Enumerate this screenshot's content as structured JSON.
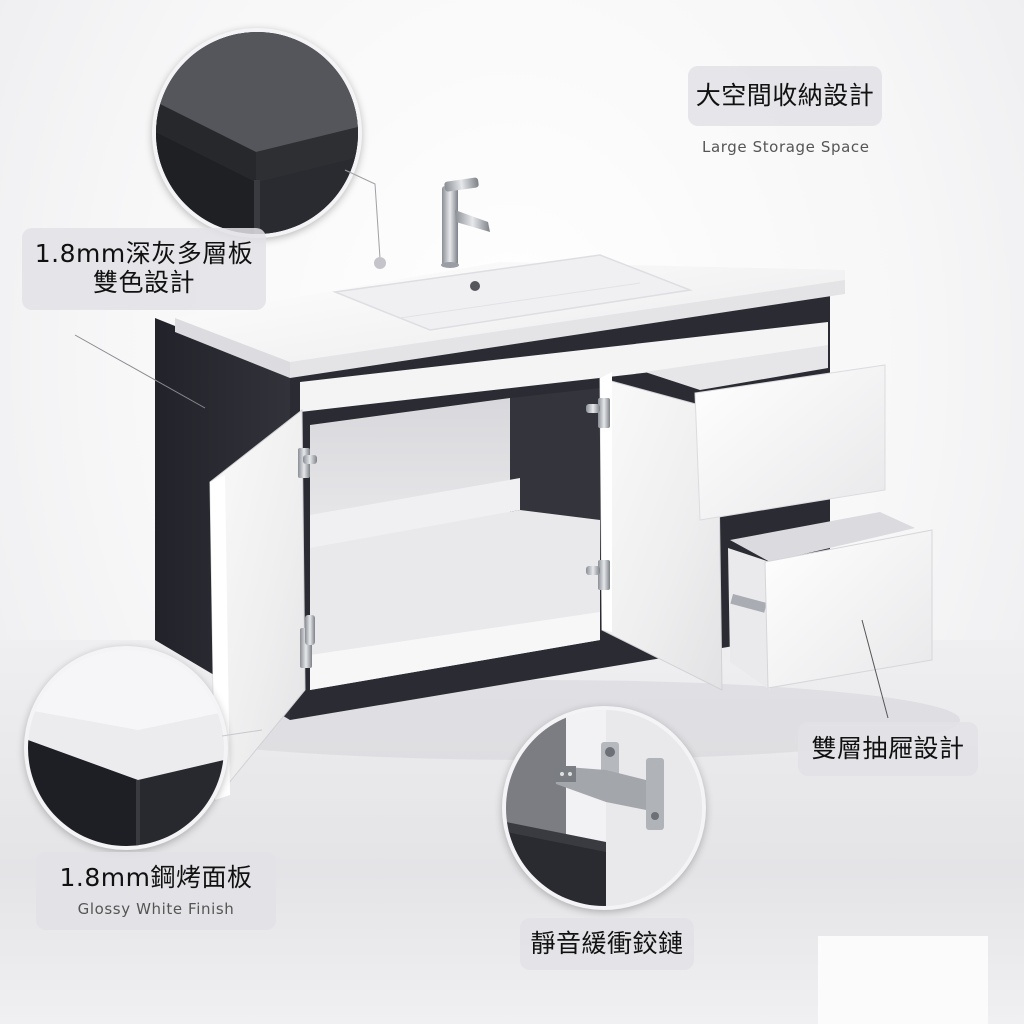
{
  "product": {
    "name": "Bathroom vanity cabinet with basin",
    "colors": {
      "body_dark_gray": "#2a2b30",
      "door_white": "#f5f5f6",
      "label_bg": "#e2e2e6",
      "chrome": "#b8bcc2"
    }
  },
  "callouts": [
    {
      "id": "storage",
      "title": "大空間收納設計",
      "subtitle": "Large Storage Space"
    },
    {
      "id": "board",
      "title_line1": "1.8mm深灰多層板",
      "title_line2": "雙色設計"
    },
    {
      "id": "panel",
      "title": "1.8mm鋼烤面板",
      "subtitle": "Glossy White Finish"
    },
    {
      "id": "drawer",
      "title": "雙層抽屜設計"
    },
    {
      "id": "hinge",
      "title": "靜音緩衝鉸鏈"
    }
  ],
  "insets": [
    {
      "id": "board-edge",
      "depicts": "dark gray multi-layer board corner"
    },
    {
      "id": "panel-edge",
      "depicts": "glossy white panel over dark body corner"
    },
    {
      "id": "hinge-detail",
      "depicts": "soft-close hinge close-up"
    }
  ]
}
